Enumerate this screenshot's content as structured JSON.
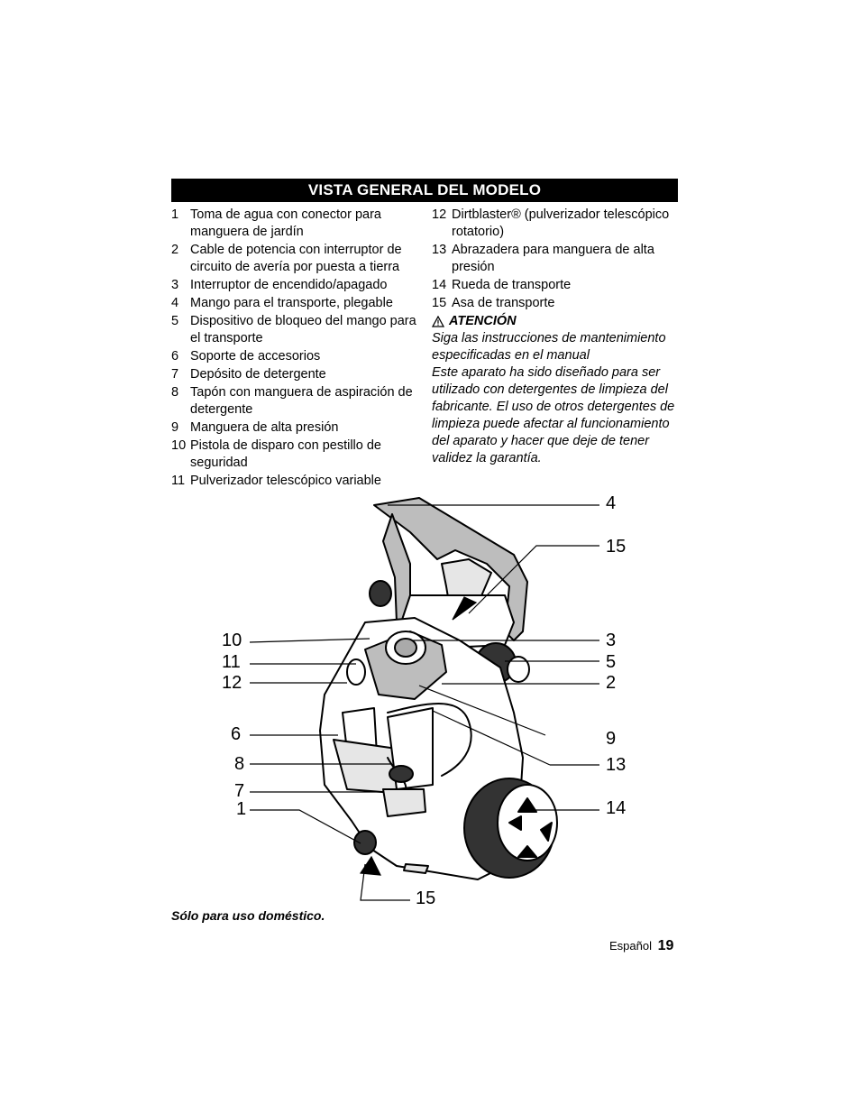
{
  "section_title": "VISTA GENERAL DEL MODELO",
  "left_items": [
    {
      "num": "1",
      "text": "Toma de agua con conector para manguera de jardín"
    },
    {
      "num": "2",
      "text": "Cable de potencia con interruptor de circuito de avería por puesta a tierra"
    },
    {
      "num": "3",
      "text": "Interruptor de encendido/apagado"
    },
    {
      "num": "4",
      "text": "Mango para el transporte, plegable"
    },
    {
      "num": "5",
      "text": "Dispositivo de bloqueo del mango para el transporte"
    },
    {
      "num": "6",
      "text": "Soporte de accesorios"
    },
    {
      "num": "7",
      "text": "Depósito de detergente"
    },
    {
      "num": "8",
      "text": "Tapón con manguera de aspiración de detergente"
    },
    {
      "num": "9",
      "text": "Manguera de alta presión"
    },
    {
      "num": "10",
      "text": "Pistola de disparo con pestillo de seguridad"
    },
    {
      "num": "11",
      "text": "Pulverizador telescópico variable"
    }
  ],
  "right_items": [
    {
      "num": "12",
      "text": "Dirtblaster® (pulverizador telescópico rotatorio)"
    },
    {
      "num": "13",
      "text": "Abrazadera para manguera de alta presión"
    },
    {
      "num": "14",
      "text": "Rueda de transporte"
    },
    {
      "num": "15",
      "text": "Asa de transporte"
    }
  ],
  "warning": {
    "icon": "warning-triangle-icon",
    "title": "ATENCIÓN",
    "line1": "Siga las instrucciones de mantenimiento especificadas en el manual",
    "line2": "Este aparato ha sido diseñado para ser utilizado con detergentes de limpieza del fabricante. El uso de otros detergentes de limpieza puede afectar al funcionamiento del aparato y hacer que deje de tener validez la garantía."
  },
  "callouts": {
    "c4": "4",
    "c15top": "15",
    "c3": "3",
    "c5": "5",
    "c2": "2",
    "c9": "9",
    "c13": "13",
    "c14": "14",
    "c10": "10",
    "c11": "11",
    "c12": "12",
    "c6": "6",
    "c8": "8",
    "c7": "7",
    "c1": "1",
    "c15bottom": "15"
  },
  "footnote": "Sólo para uso doméstico.",
  "footer": {
    "language": "Español",
    "page": "19"
  }
}
